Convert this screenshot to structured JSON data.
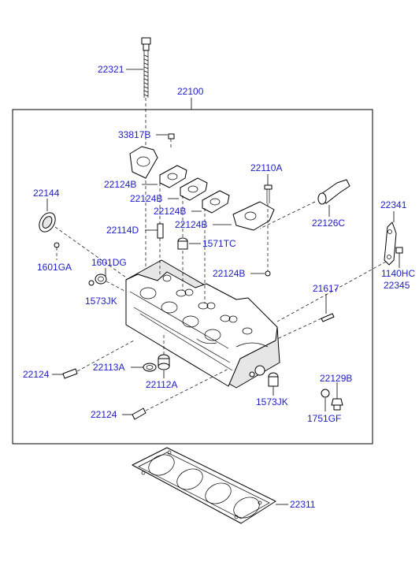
{
  "diagram": {
    "labels": [
      {
        "id": "lbl-22321",
        "text": "22321"
      },
      {
        "id": "lbl-22100",
        "text": "22100"
      },
      {
        "id": "lbl-33817b",
        "text": "33817B"
      },
      {
        "id": "lbl-22110a",
        "text": "22110A"
      },
      {
        "id": "lbl-22144",
        "text": "22144"
      },
      {
        "id": "lbl-22124b-1",
        "text": "22124B"
      },
      {
        "id": "lbl-22124b-2",
        "text": "22124B"
      },
      {
        "id": "lbl-22124b-3",
        "text": "22124B"
      },
      {
        "id": "lbl-22124b-4",
        "text": "22124B"
      },
      {
        "id": "lbl-22124b-5",
        "text": "22124B"
      },
      {
        "id": "lbl-22126c",
        "text": "22126C"
      },
      {
        "id": "lbl-22341",
        "text": "22341"
      },
      {
        "id": "lbl-22114d",
        "text": "22114D"
      },
      {
        "id": "lbl-1571tc",
        "text": "1571TC"
      },
      {
        "id": "lbl-1601ga",
        "text": "1601GA"
      },
      {
        "id": "lbl-1601dg",
        "text": "1601DG"
      },
      {
        "id": "lbl-1140hc",
        "text": "1140HC"
      },
      {
        "id": "lbl-22345",
        "text": "22345"
      },
      {
        "id": "lbl-1573jk-1",
        "text": "1573JK"
      },
      {
        "id": "lbl-21617",
        "text": "21617"
      },
      {
        "id": "lbl-22124-1",
        "text": "22124"
      },
      {
        "id": "lbl-22113a",
        "text": "22113A"
      },
      {
        "id": "lbl-22112a",
        "text": "22112A"
      },
      {
        "id": "lbl-22129b",
        "text": "22129B"
      },
      {
        "id": "lbl-1573jk-2",
        "text": "1573JK"
      },
      {
        "id": "lbl-22124-2",
        "text": "22124"
      },
      {
        "id": "lbl-1751gf",
        "text": "1751GF"
      },
      {
        "id": "lbl-22311",
        "text": "22311"
      }
    ]
  }
}
